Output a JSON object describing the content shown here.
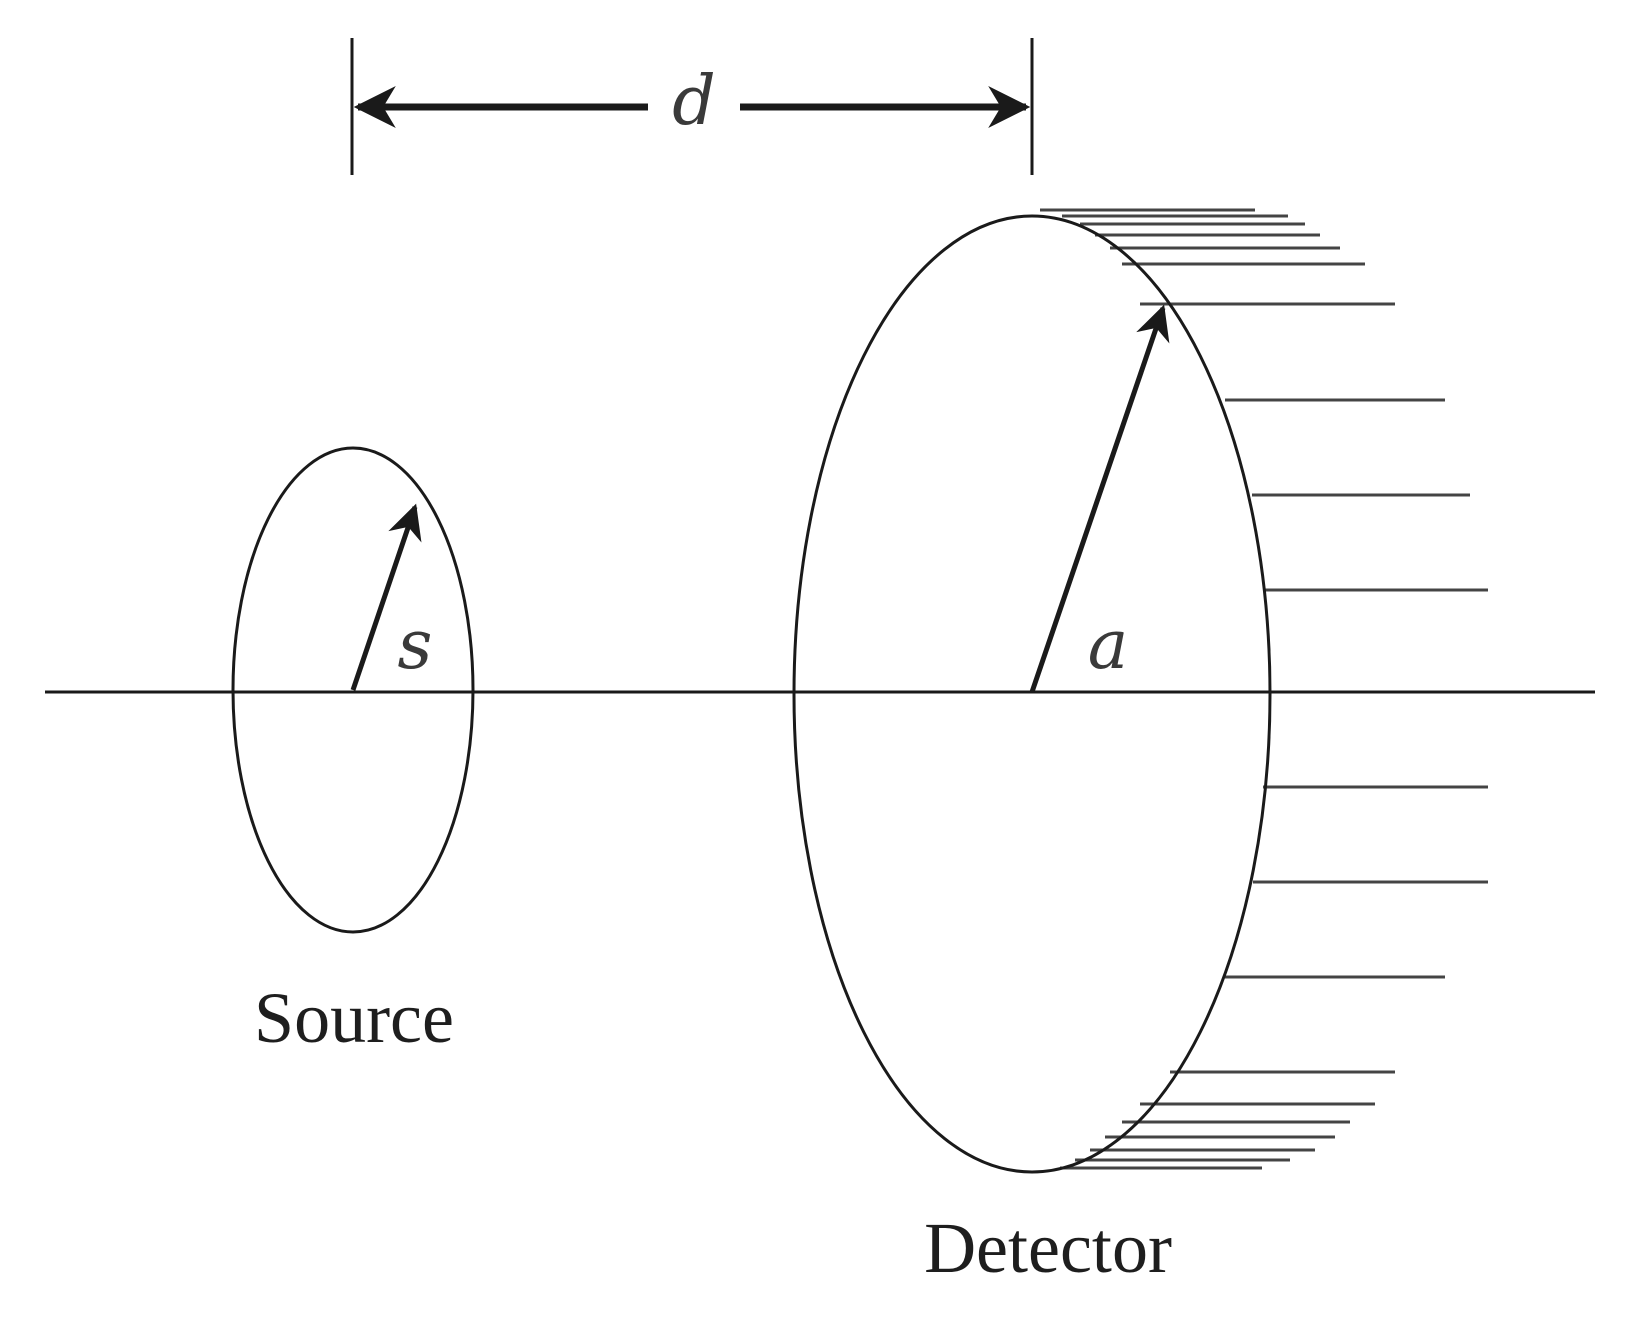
{
  "labels": {
    "distance": "d",
    "source_radius": "s",
    "detector_radius": "a",
    "source": "Source",
    "detector": "Detector"
  },
  "colors": {
    "ink": "#1a1a1a",
    "background": "#ffffff"
  }
}
